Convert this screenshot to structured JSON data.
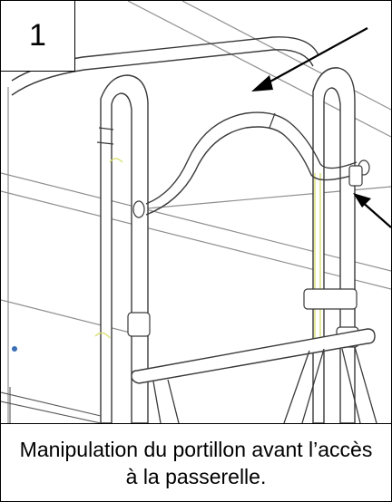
{
  "figure": {
    "step_number": "1",
    "drawing_icon": "gate-railing-drawing",
    "arrow_icon": "pointer-arrow"
  },
  "caption": {
    "text": "Manipulation du portillon avant l’accès à la passerelle."
  },
  "colors": {
    "line": "#3a3a3a",
    "light_line": "#9a9a9a",
    "highlight": "#d8de6a",
    "border": "#000000"
  }
}
